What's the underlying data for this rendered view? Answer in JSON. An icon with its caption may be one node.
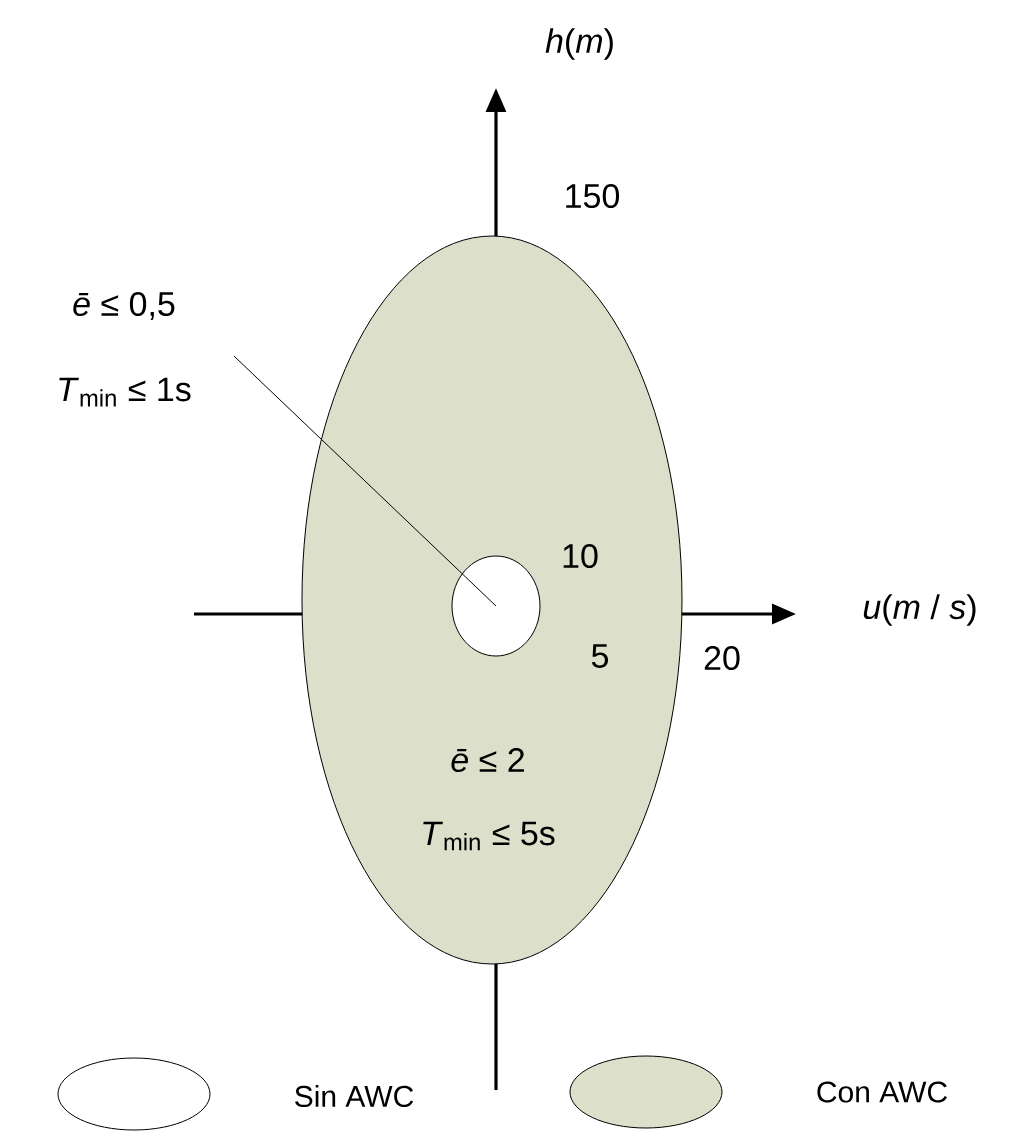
{
  "diagram": {
    "nodes": [
      {
        "text": [
          "*ē* ≤ 2",
          "*T*$_{min}$ ≤ 5s"
        ]
      },
      {
        "text": [],
        "shape": "circle",
        "in": 0
      },
      {
        "text": [
          "*ē* ≤ 0,5",
          "*T*$_{min}$ ≤ 1s"
        ]
      }
    ],
    "edges": [
      {
        "from": 2,
        "to": 1,
        "arrow": "none"
      }
    ],
    "labels": [
      "*h*(*m*)",
      "150",
      "10",
      "5",
      "20",
      "*u*(*m* / *s*)"
    ],
    "legend": [
      {
        "text": "Sin AWC"
      },
      {
        "text": "Con AWC",
        "color": "#dcdfc9"
      }
    ]
  }
}
